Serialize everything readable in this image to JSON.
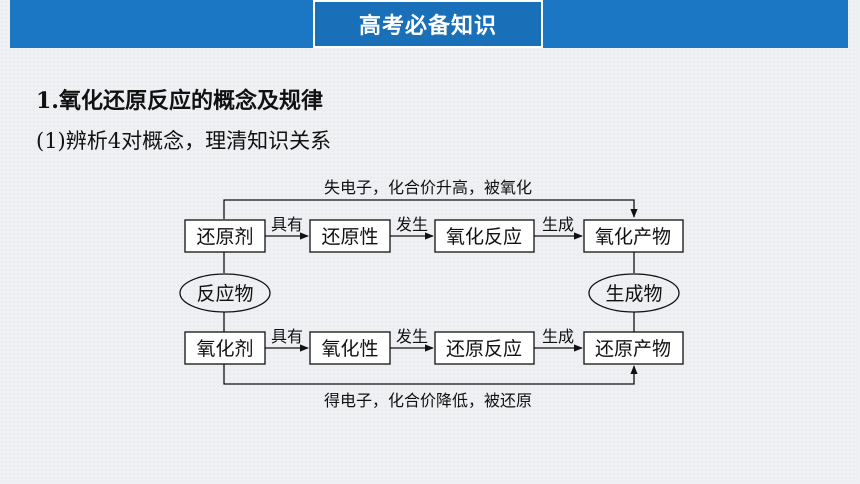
{
  "header": {
    "title": "高考必备知识"
  },
  "section": {
    "heading": "1.氧化还原反应的概念及规律",
    "subheading": "(1)辨析4对概念，理清知识关系"
  },
  "diagram": {
    "top_caption": "失电子，化合价升高，被氧化",
    "bottom_caption": "得电子，化合价降低，被还原",
    "left_group": "反应物",
    "right_group": "生成物",
    "rows": [
      {
        "boxes": [
          "还原剂",
          "还原性",
          "氧化反应",
          "氧化产物"
        ],
        "links": [
          "具有",
          "发生",
          "生成"
        ]
      },
      {
        "boxes": [
          "氧化剂",
          "氧化性",
          "还原反应",
          "还原产物"
        ],
        "links": [
          "具有",
          "发生",
          "生成"
        ]
      }
    ]
  }
}
